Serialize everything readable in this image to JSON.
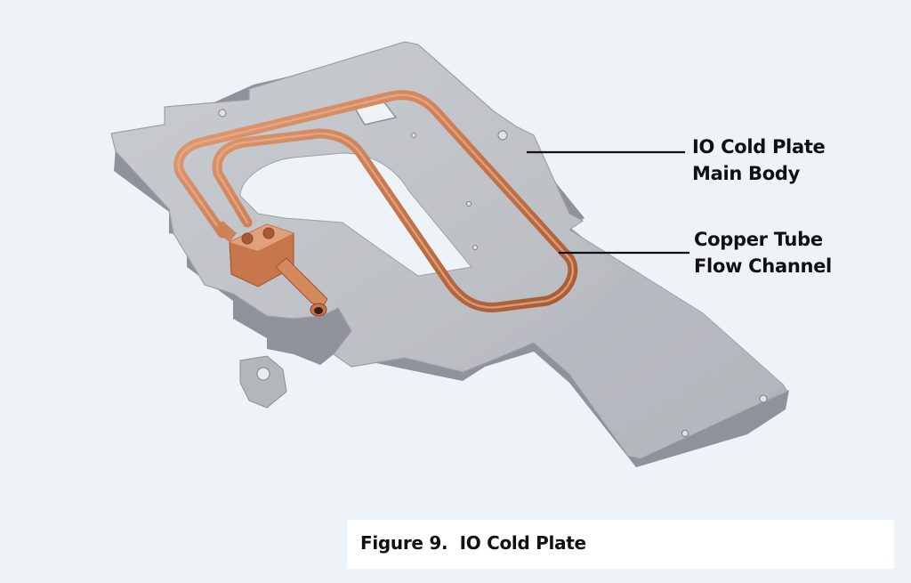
{
  "figure": {
    "caption": "Figure 9.  IO Cold Plate",
    "callouts": [
      {
        "line1": "IO Cold Plate",
        "line2": "Main Body"
      },
      {
        "line1": "Copper Tube",
        "line2": "Flow Channel"
      }
    ]
  },
  "colors": {
    "background": "#eef3f8",
    "plate": "#bcbfc4",
    "copper": "#c8774c",
    "text": "#111111"
  }
}
